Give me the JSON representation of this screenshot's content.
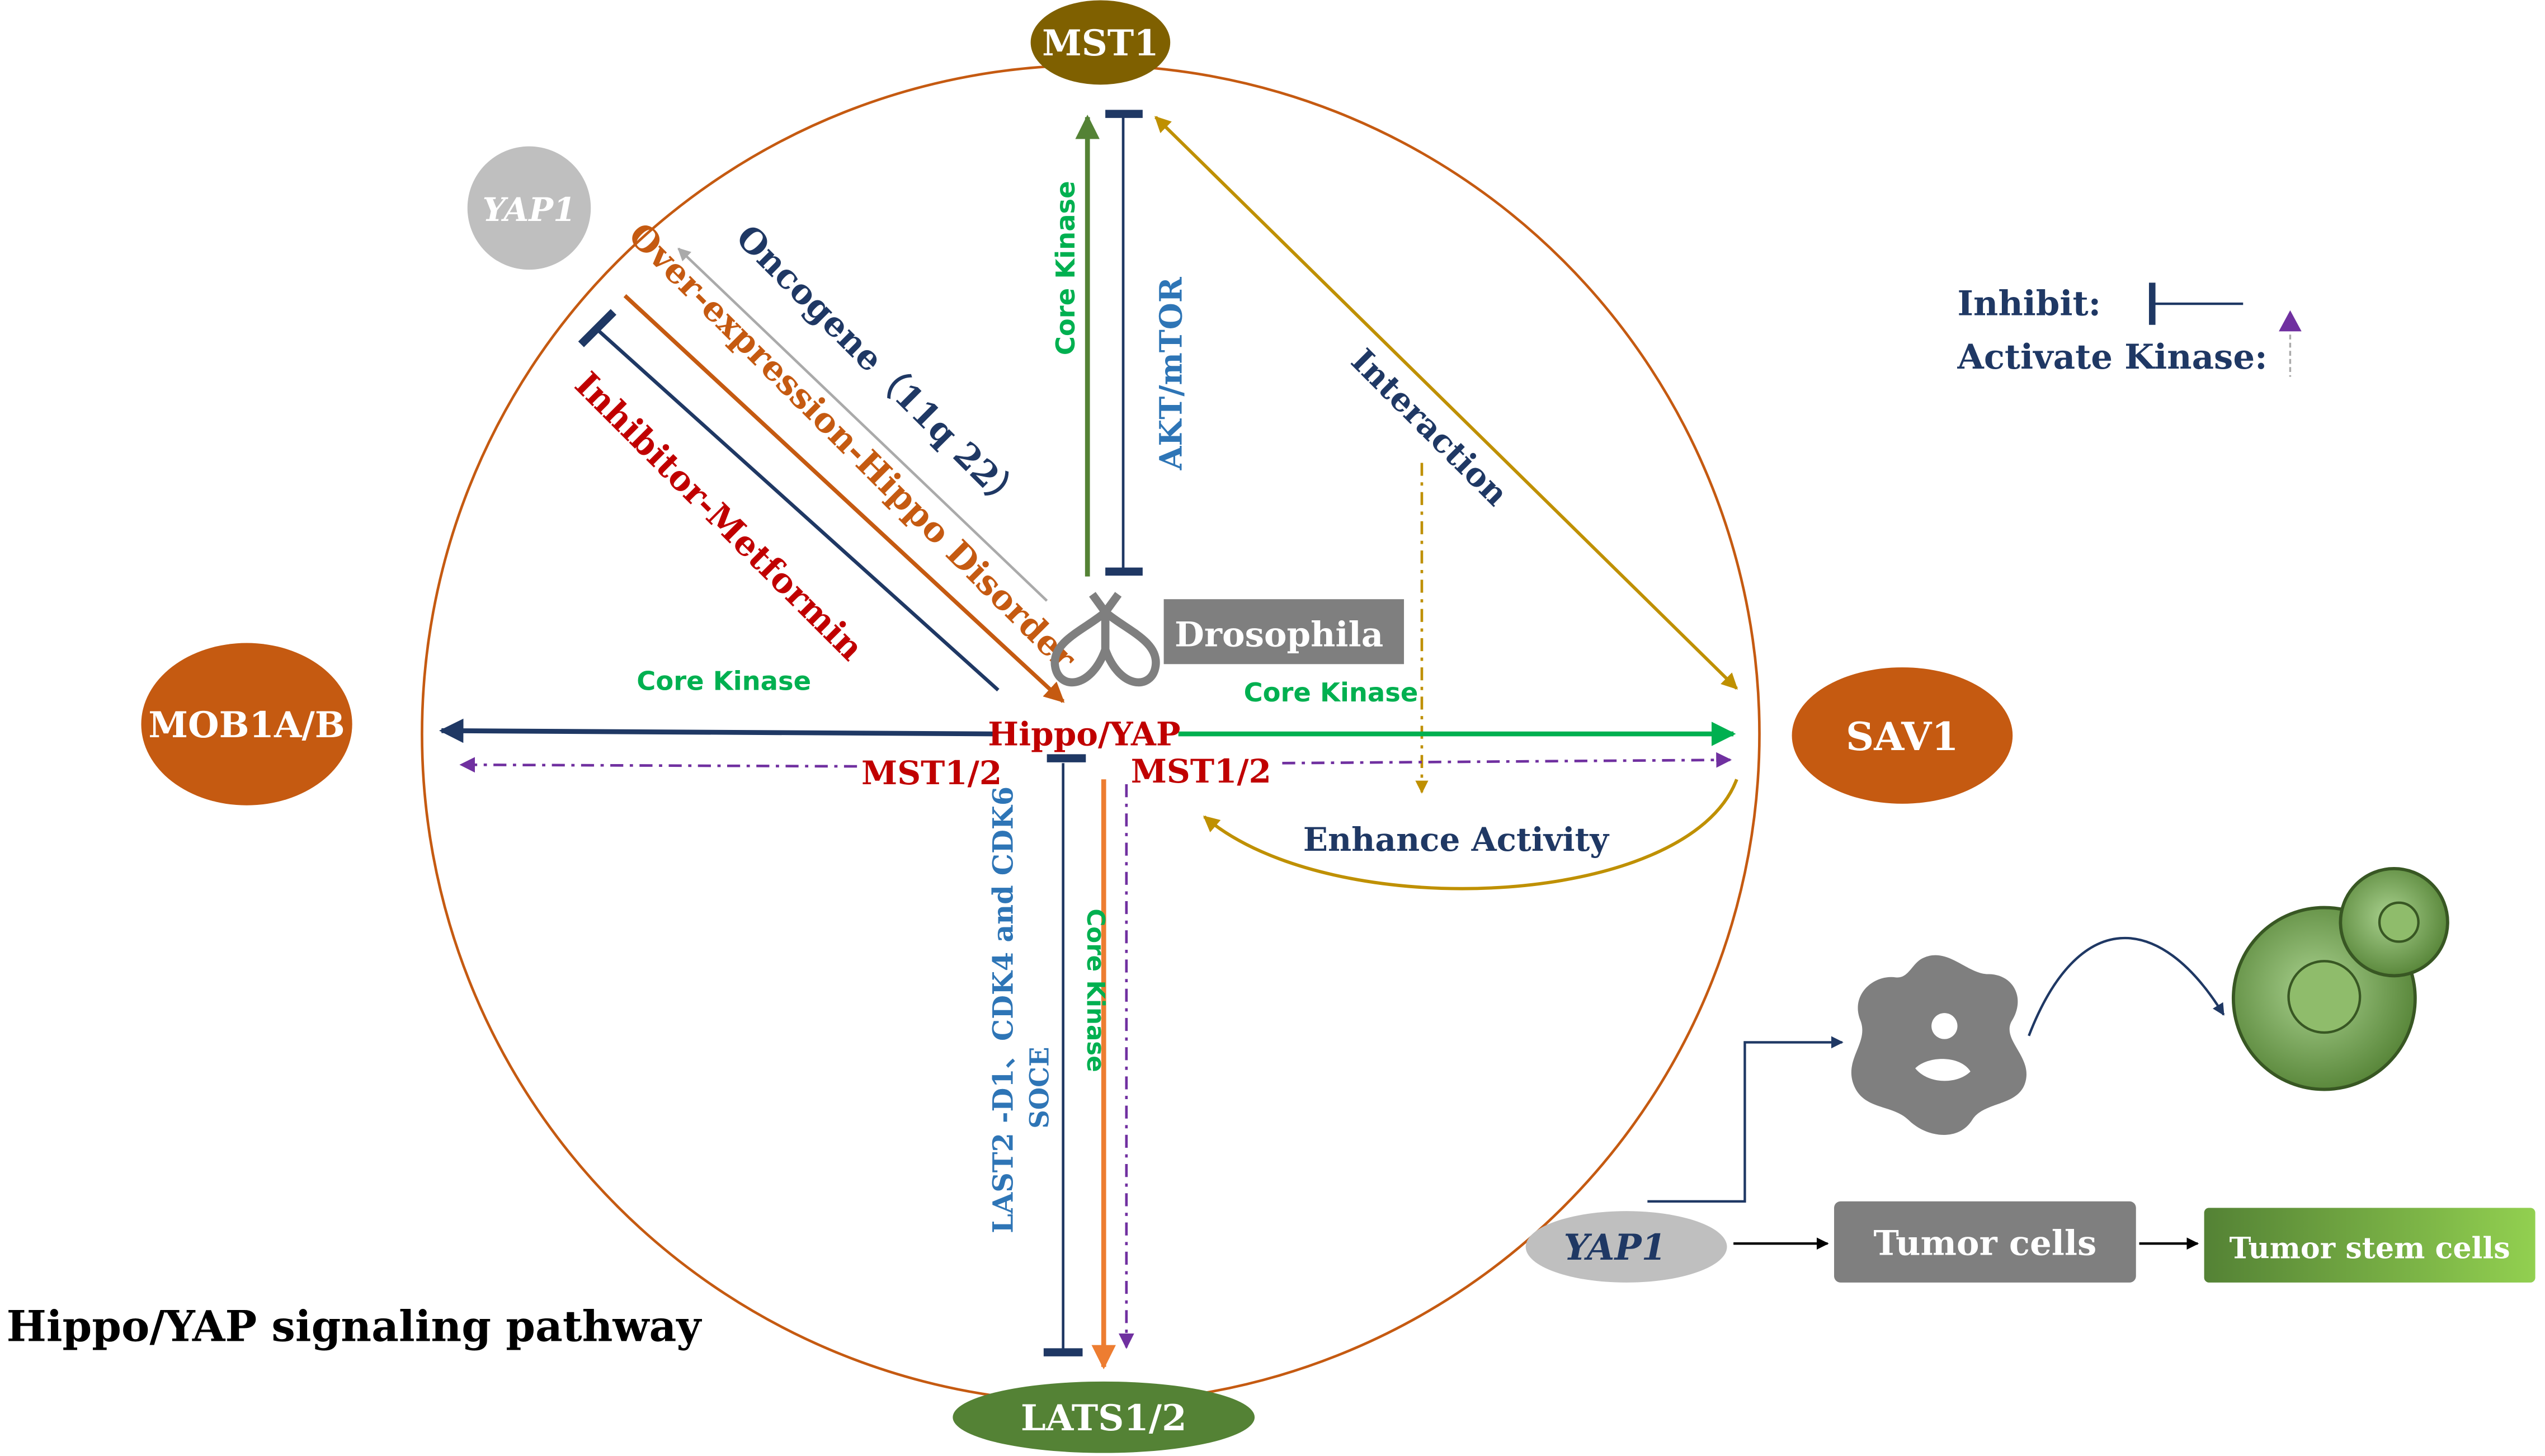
{
  "diagram": {
    "title": "Hippo/YAP signaling pathway",
    "center": "Hippo/YAP",
    "nodes": {
      "mst1": "MST1",
      "sav1": "SAV1",
      "lats": "LATS1/2",
      "mob1": "MOB1A/B",
      "yap1_top": "YAP1",
      "drosophila": "Drosophila"
    },
    "edge_labels": {
      "core_kinase_top": "Core Kinase",
      "akt_mtor": "AKT/mTOR",
      "interaction": "Interaction",
      "oncogene": "Oncogene（11q 22）",
      "overexpression": "Over-expression-Hippo Disorder",
      "inhibitor": "Inhibitor-Metformin",
      "core_kinase_left": "Core Kinase",
      "core_kinase_right": "Core Kinase",
      "mst12_left": "MST1/2",
      "mst12_right": "MST1/2",
      "enhance": "Enhance Activity",
      "last2_line1": "LAST2 -D1、CDK4 and CDK6",
      "last2_line2": "SOCE",
      "core_kinase_bottom": "Core Kinase"
    },
    "legend": {
      "inhibit": "Inhibit:",
      "activate": "Activate Kinase:"
    },
    "tumor": {
      "yap1": "YAP1",
      "tumor_cells": "Tumor cells",
      "stem_cells": "Tumor stem cells"
    },
    "colors": {
      "circle": "#c55a11",
      "mst1": "#7f6000",
      "sav1": "#c55a11",
      "mob1": "#c55a11",
      "lats": "#548235",
      "navy": "#1f3864",
      "green_arrow": "#00b050",
      "olive_green": "#548235",
      "gold": "#bf9000",
      "orange": "#ed7d31",
      "purple": "#7030a0",
      "dark_red": "#c00000",
      "blue_text": "#2e75b6",
      "gray": "#7f7f7f"
    }
  }
}
